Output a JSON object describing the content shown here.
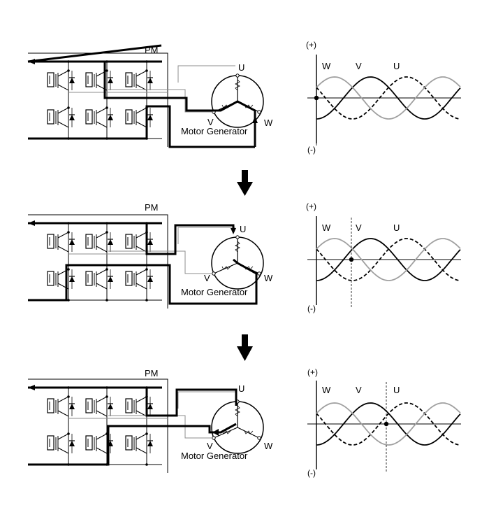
{
  "panels": [
    {
      "id": "step-1",
      "pm_label": "PM",
      "phase_labels": {
        "u": "U",
        "v": "V",
        "w": "W"
      },
      "motor_label": "Motor Generator",
      "graph": {
        "plus_label": "(+)",
        "minus_label": "(-)",
        "wave_labels": {
          "w": "W",
          "v": "V",
          "u": "U"
        },
        "marker_position": 0.0
      }
    },
    {
      "id": "step-2",
      "pm_label": "PM",
      "phase_labels": {
        "u": "U",
        "v": "V",
        "w": "W"
      },
      "motor_label": "Motor Generator",
      "graph": {
        "plus_label": "(+)",
        "minus_label": "(-)",
        "wave_labels": {
          "w": "W",
          "v": "V",
          "u": "U"
        },
        "marker_position": 0.25
      }
    },
    {
      "id": "step-3",
      "pm_label": "PM",
      "phase_labels": {
        "u": "U",
        "v": "V",
        "w": "W"
      },
      "motor_label": "Motor Generator",
      "graph": {
        "plus_label": "(+)",
        "minus_label": "(-)",
        "wave_labels": {
          "w": "W",
          "v": "V",
          "u": "U"
        },
        "marker_position": 0.5
      }
    }
  ],
  "colors": {
    "ink": "#000000",
    "gray_wave": "#a0a0a0",
    "gray_wire": "#8c8c8c"
  }
}
